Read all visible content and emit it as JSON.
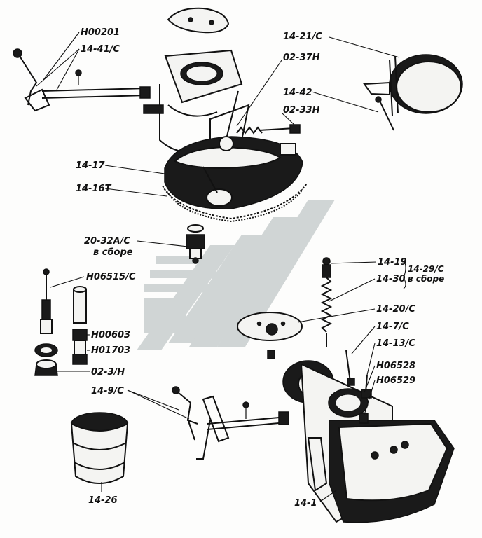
{
  "labels": {
    "h00201": "Н00201",
    "p14_41c": "14-41/С",
    "p02_37h": "02-37Н",
    "p02_33h": "02-33Н",
    "p14_21c": "14-21/С",
    "p14_42": "14-42",
    "p14_17": "14-17",
    "p14_16t": "14-16Т",
    "p20_32ac": "20-32А/С",
    "v_sbore_1": "в сборе",
    "h06515c": "Н06515/С",
    "h00603": "Н00603",
    "h01703": "Н01703",
    "p02_3h": "02-3/Н",
    "p14_19": "14-19",
    "p14_29c": "14-29/С",
    "v_sbore_2": "в сборе",
    "p14_30": "14-30",
    "p14_20c": "14-20/С",
    "p14_7c": "14-7/С",
    "p14_13c": "14-13/С",
    "h06528": "Н06528",
    "h06529": "Н06529",
    "p14_9c": "14-9/С",
    "p14_26": "14-26",
    "p14_1": "14-1"
  },
  "colors": {
    "ink": "#111111",
    "watermark": "#c9cfcf",
    "paper": "#fdfdfc"
  },
  "icons": {
    "watermark": "stylized-arrow-logo-watermark"
  }
}
